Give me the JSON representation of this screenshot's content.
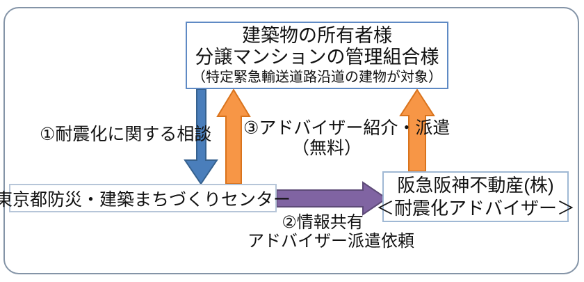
{
  "diagram": {
    "top_box": {
      "line1": "建築物の所有者様",
      "line2": "分譲マンションの管理組合様",
      "line3": "（特定緊急輸送道路沿道の建物が対象）"
    },
    "left_box": {
      "label": "東京都防災・建築まちづくりセンター"
    },
    "right_box": {
      "line1": "阪急阪神不動産(株)",
      "line2": "＜耐震化アドバイザー＞"
    },
    "labels": {
      "step1": "①耐震化に関する相談",
      "step3_line1": "③アドバイザー紹介・派遣",
      "step3_line2": "（無料）",
      "step2_line1": "②情報共有",
      "step2_line2": "アドバイザー派遣依頼"
    },
    "arrows": [
      {
        "name": "consultation-arrow-down",
        "direction": "down",
        "fill": "#4a7ebb",
        "stroke": "#36618e"
      },
      {
        "name": "advisor-referral-arrow-up-left",
        "direction": "up",
        "fill": "#f79646",
        "stroke": "#d9731c"
      },
      {
        "name": "advisor-referral-arrow-up-right",
        "direction": "up",
        "fill": "#f79646",
        "stroke": "#d9731c"
      },
      {
        "name": "info-sharing-arrow-right",
        "direction": "right",
        "fill": "#8064a2",
        "stroke": "#5d4a77"
      }
    ],
    "colors": {
      "outer_frame_border": "#8494a7",
      "top_box_border": "#5f8ac4",
      "left_box_border": "#b6c5d8",
      "right_box_border": "#9fb8d4",
      "text": "#111111",
      "background": "#ffffff"
    }
  }
}
